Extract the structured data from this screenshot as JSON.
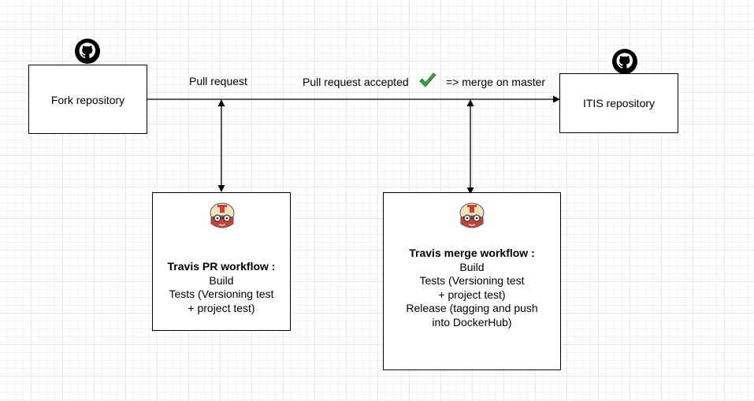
{
  "nodes": {
    "fork": {
      "label": "Fork repository",
      "icon": "github-icon"
    },
    "itis": {
      "label": "ITIS repository",
      "icon": "github-icon"
    },
    "travis_pr": {
      "icon": "travis-ci-mascot-icon",
      "title": "Travis PR workflow :",
      "lines": [
        "Build",
        "Tests (Versioning test",
        "+ project test)"
      ]
    },
    "travis_merge": {
      "icon": "travis-ci-mascot-icon",
      "title": "Travis merge workflow :",
      "lines": [
        "Build",
        "Tests (Versioning test",
        "+ project test)",
        "Release (tagging and push",
        "into DockerHub)"
      ]
    }
  },
  "edges": {
    "pull_request": "Pull request",
    "accepted": "Pull request accepted",
    "merge": "=> merge on master"
  },
  "colors": {
    "check": "#3aa63a",
    "travis_red": "#c8423a",
    "travis_helmet": "#f1e2b8"
  }
}
